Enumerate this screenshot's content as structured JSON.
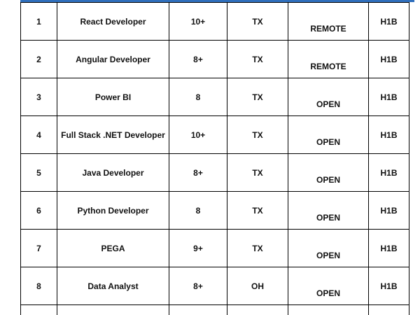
{
  "table": {
    "rows": [
      {
        "num": "1",
        "title": "React Developer",
        "experience": "10+",
        "location": "TX",
        "status": "REMOTE",
        "visa": "H1B"
      },
      {
        "num": "2",
        "title": "Angular Developer",
        "experience": "8+",
        "location": "TX",
        "status": "REMOTE",
        "visa": "H1B"
      },
      {
        "num": "3",
        "title": "Power BI",
        "experience": "8",
        "location": "TX",
        "status": "OPEN",
        "visa": "H1B"
      },
      {
        "num": "4",
        "title": "Full Stack .NET Developer",
        "experience": "10+",
        "location": "TX",
        "status": "OPEN",
        "visa": "H1B"
      },
      {
        "num": "5",
        "title": "Java Developer",
        "experience": "8+",
        "location": "TX",
        "status": "OPEN",
        "visa": "H1B"
      },
      {
        "num": "6",
        "title": "Python Developer",
        "experience": "8",
        "location": "TX",
        "status": "OPEN",
        "visa": "H1B"
      },
      {
        "num": "7",
        "title": "PEGA",
        "experience": "9+",
        "location": "TX",
        "status": "OPEN",
        "visa": "H1B"
      },
      {
        "num": "8",
        "title": "Data Analyst",
        "experience": "8+",
        "location": "OH",
        "status": "OPEN",
        "visa": "H1B"
      }
    ]
  },
  "colors": {
    "header_accent": "#2f6fbd",
    "grid_line": "#000000",
    "text": "#111111",
    "background": "#ffffff"
  }
}
